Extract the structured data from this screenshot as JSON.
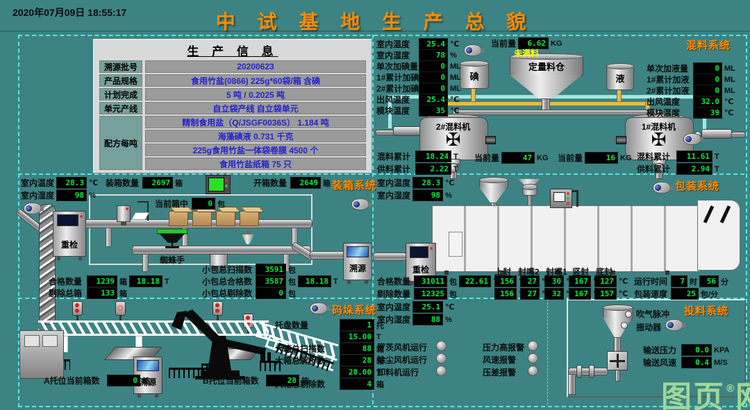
{
  "header": {
    "timestamp": "2020年07月09日  18:55:17",
    "title": "中 试 基 地 生 产 总 貌"
  },
  "colors": {
    "background": "#3D8383",
    "led_green": "#00EE44",
    "accent_orange": "#FF8C00",
    "warn_yellow": "#FFFF00",
    "info_value_blue": "#2424CC"
  },
  "icons": {
    "mixer_cross": "✠"
  },
  "watermark": {
    "part1": "图页",
    "reg": "®",
    "part2": "网"
  },
  "info": {
    "title": "生 产 信 息",
    "rows": [
      {
        "label": "溯源批号",
        "value": "20200623"
      },
      {
        "label": "产品规格",
        "value": "食用竹盐(0866)   225g*60袋/箱  含碘"
      },
      {
        "label": "计划完成",
        "value": "5 吨 / 0.2025 吨"
      },
      {
        "label": "单元产线",
        "value": "自立袋产线   自立袋单元"
      }
    ],
    "recipe_label": "配方每吨",
    "recipe_rows": [
      "精制食用盐（Q/JSGF0036S）  1.184 吨",
      "海藻碘液 0.731 千克",
      "225g食用竹盐一体袋卷膜 4500 个",
      "食用竹盐纸箱 75 只"
    ]
  },
  "mixing": {
    "title": "混料系统",
    "left": [
      {
        "label": "室内温度",
        "value": "25.4",
        "unit": "℃"
      },
      {
        "label": "室内湿度",
        "value": "78",
        "unit": "%"
      },
      {
        "label": "单次加碘量",
        "value": "0",
        "unit": "ML"
      },
      {
        "label": "1#累计加碘",
        "value": "0",
        "unit": "ML"
      },
      {
        "label": "2#累计加碘",
        "value": "0",
        "unit": "ML"
      },
      {
        "label": "出风温度",
        "value": "25.4",
        "unit": "℃"
      },
      {
        "label": "模块温度",
        "value": "35",
        "unit": "℃"
      }
    ],
    "right": [
      {
        "label": "单次加液量",
        "value": "0",
        "unit": "ML"
      },
      {
        "label": "1#累计加液",
        "value": "0",
        "unit": "ML"
      },
      {
        "label": "2#累计加液",
        "value": "0",
        "unit": "ML"
      },
      {
        "label": "出风温度",
        "value": "32.0",
        "unit": "℃"
      },
      {
        "label": "模块温度",
        "value": "39",
        "unit": "℃"
      }
    ],
    "silo_label": "定量料仓",
    "silo_current": {
      "label": "当前量",
      "value": "6.62",
      "unit": "KG"
    },
    "silo_status": "未满料",
    "iodine_tank": "碘",
    "liquid_tank": "液",
    "mixer2_name": "2#混料机",
    "mixer1_name": "1#混料机",
    "mixer2_current": {
      "label": "当前量",
      "value": "47",
      "unit": "KG"
    },
    "mixer1_current": {
      "label": "当前量",
      "value": "16",
      "unit": "KG"
    },
    "left_totals": [
      {
        "label": "混料累计",
        "value": "18.24",
        "unit": "T"
      },
      {
        "label": "供料累计",
        "value": "2.22",
        "unit": "T"
      }
    ],
    "right_totals": [
      {
        "label": "混料累计",
        "value": "11.61",
        "unit": "T"
      },
      {
        "label": "供料累计",
        "value": "2.94",
        "unit": "T"
      }
    ]
  },
  "boxing": {
    "title": "装箱系统",
    "env": [
      {
        "label": "室内温度",
        "value": "28.3",
        "unit": "℃"
      },
      {
        "label": "室内湿度",
        "value": "98",
        "unit": "%"
      }
    ],
    "box_count": {
      "label": "装箱数量",
      "value": "2697",
      "unit": "箱"
    },
    "open_count": {
      "label": "开箱数量",
      "value": "2649",
      "unit": "箱"
    },
    "current_box": {
      "label": "当前箱中",
      "value": "0",
      "unit": "包"
    },
    "recheck": "重检",
    "spider": "蜘蛛手",
    "trace": "溯源",
    "scan": {
      "label": "小包总扫描数",
      "value": "3591",
      "unit": "包"
    },
    "qualified": {
      "label": "合格数量",
      "value": "1239",
      "unit": "箱",
      "weight": "18.18",
      "wunit": "T"
    },
    "rejected": {
      "label": "剔除总箱",
      "value": "133",
      "unit": "箱"
    },
    "pack_ok": {
      "label": "小包总合格数",
      "value": "3587",
      "unit": "包",
      "weight": "18.18",
      "wunit": "T"
    },
    "pack_rej": {
      "label": "小包总剔除数",
      "value": "0",
      "unit": "包"
    }
  },
  "packaging": {
    "title": "包装系统",
    "env": [
      {
        "label": "室内温度",
        "value": "28.3",
        "unit": "℃"
      },
      {
        "label": "室内湿度",
        "value": "98",
        "unit": "%"
      }
    ],
    "recheck": "重检",
    "seals": [
      "上封",
      "封嘴2",
      "封嘴1",
      "竖封",
      "底封"
    ],
    "temps1": [
      "156",
      "27",
      "30",
      "167",
      "127"
    ],
    "temps2": [
      "156",
      "27",
      "32",
      "167",
      "157"
    ],
    "temp_unit": "℃",
    "qualified": {
      "label": "合格数量",
      "value": "31011",
      "unit": "包",
      "weight": "22.61",
      "wunit": "T"
    },
    "rejected": {
      "label": "剔除数量",
      "value": "12325",
      "unit": "包"
    },
    "runtime": {
      "label": "运行时间",
      "h": "7",
      "hu": "时",
      "m": "56",
      "mu": "分"
    },
    "speed": {
      "label": "包装速度",
      "value": "25",
      "unit": "包/分"
    }
  },
  "pallet": {
    "title": "码垛系统",
    "trace": "溯源",
    "rows": [
      {
        "label": "托盘数量",
        "value": "1",
        "unit": "托"
      },
      {
        "label": "",
        "value": "15.00",
        "unit": "T"
      },
      {
        "label": "大箱总扫描数",
        "value": "88",
        "unit": "箱"
      },
      {
        "label": "大箱总解析数",
        "value": "28",
        "unit": "箱"
      },
      {
        "label": "",
        "value": "28.00",
        "unit": "T"
      },
      {
        "label": "大箱总剔除数",
        "value": "4",
        "unit": "箱"
      }
    ],
    "a_pos": {
      "label": "A托位当前箱数",
      "value": "0",
      "unit": "箱"
    },
    "b_pos": {
      "label": "B托位当前箱数",
      "value": "28",
      "unit": "箱"
    }
  },
  "feeding": {
    "title": "投料系统",
    "env": [
      {
        "label": "室内温度",
        "value": "25.1",
        "unit": "℃"
      },
      {
        "label": "室内湿度",
        "value": "88",
        "unit": "%"
      }
    ],
    "run_indicators": [
      "罗茨风机运行",
      "除尘风机运行",
      "卸料机运行"
    ],
    "alarm_indicators": [
      "压力高报警",
      "风速报警",
      "压差报警"
    ],
    "blow": "吹气脉冲",
    "vibrator": "振动器",
    "pressure": {
      "label": "输送压力",
      "value": "0.0",
      "unit": "KPA"
    },
    "wind": {
      "label": "输送风速",
      "value": "0.4",
      "unit": "M/S"
    }
  }
}
